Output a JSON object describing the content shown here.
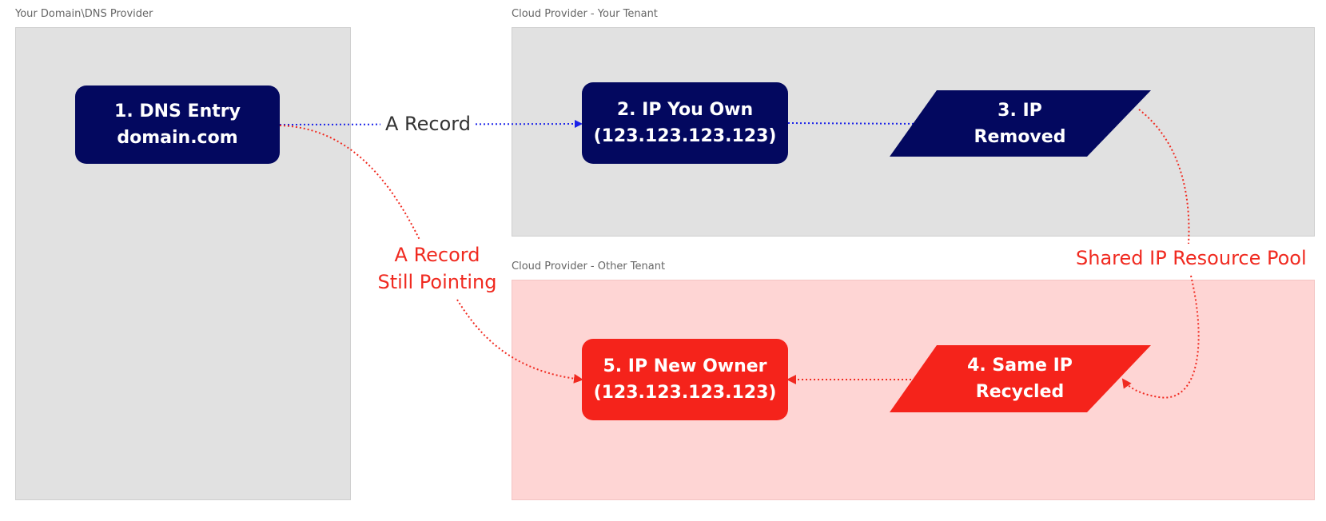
{
  "zones": {
    "dns_provider": {
      "label": "Your Domain\\DNS Provider"
    },
    "your_tenant": {
      "label": "Cloud Provider - Your Tenant"
    },
    "other_tenant": {
      "label": "Cloud Provider - Other Tenant"
    }
  },
  "nodes": {
    "dns_entry": {
      "line1": "1. DNS Entry",
      "line2": "domain.com"
    },
    "ip_you_own": {
      "line1": "2. IP You Own",
      "line2": "(123.123.123.123)"
    },
    "ip_removed": {
      "line1": "3. IP",
      "line2": "Removed"
    },
    "same_ip_recycled": {
      "line1": "4. Same IP",
      "line2": "Recycled"
    },
    "ip_new_owner": {
      "line1": "5. IP New Owner",
      "line2": "(123.123.123.123)"
    }
  },
  "edges": {
    "a_record": {
      "label": "A Record"
    },
    "still_pointing": {
      "line1": "A Record",
      "line2": "Still Pointing"
    },
    "shared_pool": {
      "label": "Shared IP Resource Pool"
    }
  },
  "colors": {
    "navy": "#03085f",
    "red": "#f5231b",
    "blue_connector": "#1a22e8",
    "red_connector": "#f02a20",
    "zone_grey": "#e1e1e1",
    "zone_pink": "#fed5d4"
  }
}
